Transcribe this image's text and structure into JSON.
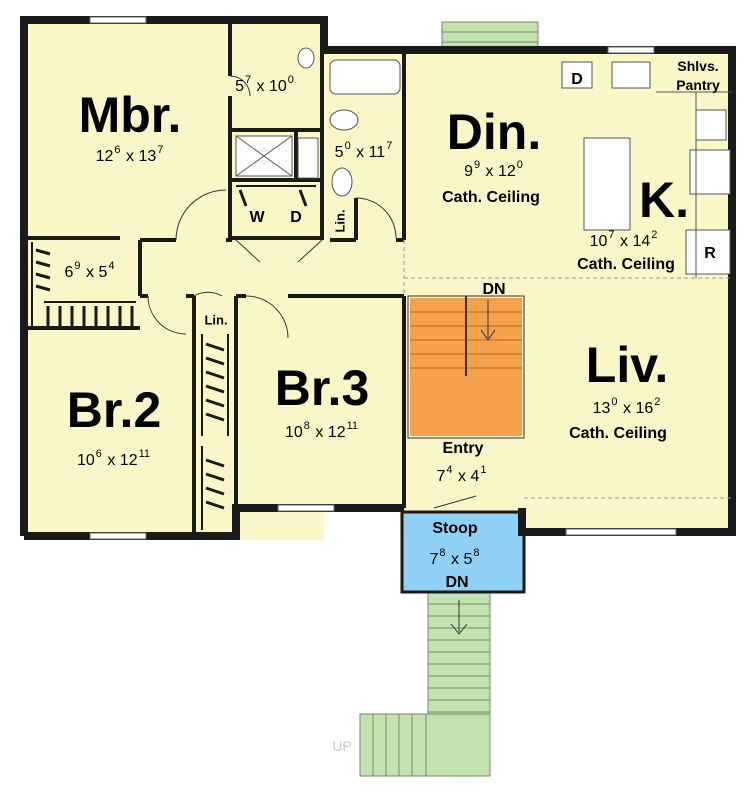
{
  "rooms": {
    "mbr": {
      "name": "Mbr.",
      "w": "12",
      "w_in": "6",
      "d": "13",
      "d_in": "7"
    },
    "bath1": {
      "w": "5",
      "w_in": "7",
      "d": "10",
      "d_in": "0"
    },
    "bath2": {
      "w": "5",
      "w_in": "0",
      "d": "11",
      "d_in": "7"
    },
    "closet": {
      "w": "6",
      "w_in": "9",
      "d": "5",
      "d_in": "4"
    },
    "din": {
      "name": "Din.",
      "w": "9",
      "w_in": "9",
      "d": "12",
      "d_in": "0",
      "note": "Cath. Ceiling"
    },
    "kitchen": {
      "name": "K.",
      "w": "10",
      "w_in": "7",
      "d": "14",
      "d_in": "2",
      "note": "Cath. Ceiling"
    },
    "liv": {
      "name": "Liv.",
      "w": "13",
      "w_in": "0",
      "d": "16",
      "d_in": "2",
      "note": "Cath. Ceiling"
    },
    "br2": {
      "name": "Br.2",
      "w": "10",
      "w_in": "6",
      "d": "12",
      "d_in": "11"
    },
    "br3": {
      "name": "Br.3",
      "w": "10",
      "w_in": "8",
      "d": "12",
      "d_in": "11"
    },
    "entry": {
      "name": "Entry",
      "w": "7",
      "w_in": "4",
      "d": "4",
      "d_in": "1"
    },
    "stoop": {
      "name": "Stoop",
      "w": "7",
      "w_in": "8",
      "d": "5",
      "d_in": "8"
    }
  },
  "fixtures": {
    "washer": "W",
    "dryer": "D",
    "dishwasher": "D",
    "refrigerator": "R",
    "linen1": "Lin.",
    "linen2": "Lin.",
    "pantry_line1": "Shlvs.",
    "pantry_line2": "Pantry"
  },
  "stairs": {
    "interior_dn": "DN",
    "exterior_dn": "DN",
    "up": "UP"
  },
  "colors": {
    "floor": "#fbf6c8",
    "wall": "#1a1a1a",
    "stair_interior": "#f5a04a",
    "stoop": "#8ed1f5",
    "exterior_stairs": "#c3e2ae"
  }
}
